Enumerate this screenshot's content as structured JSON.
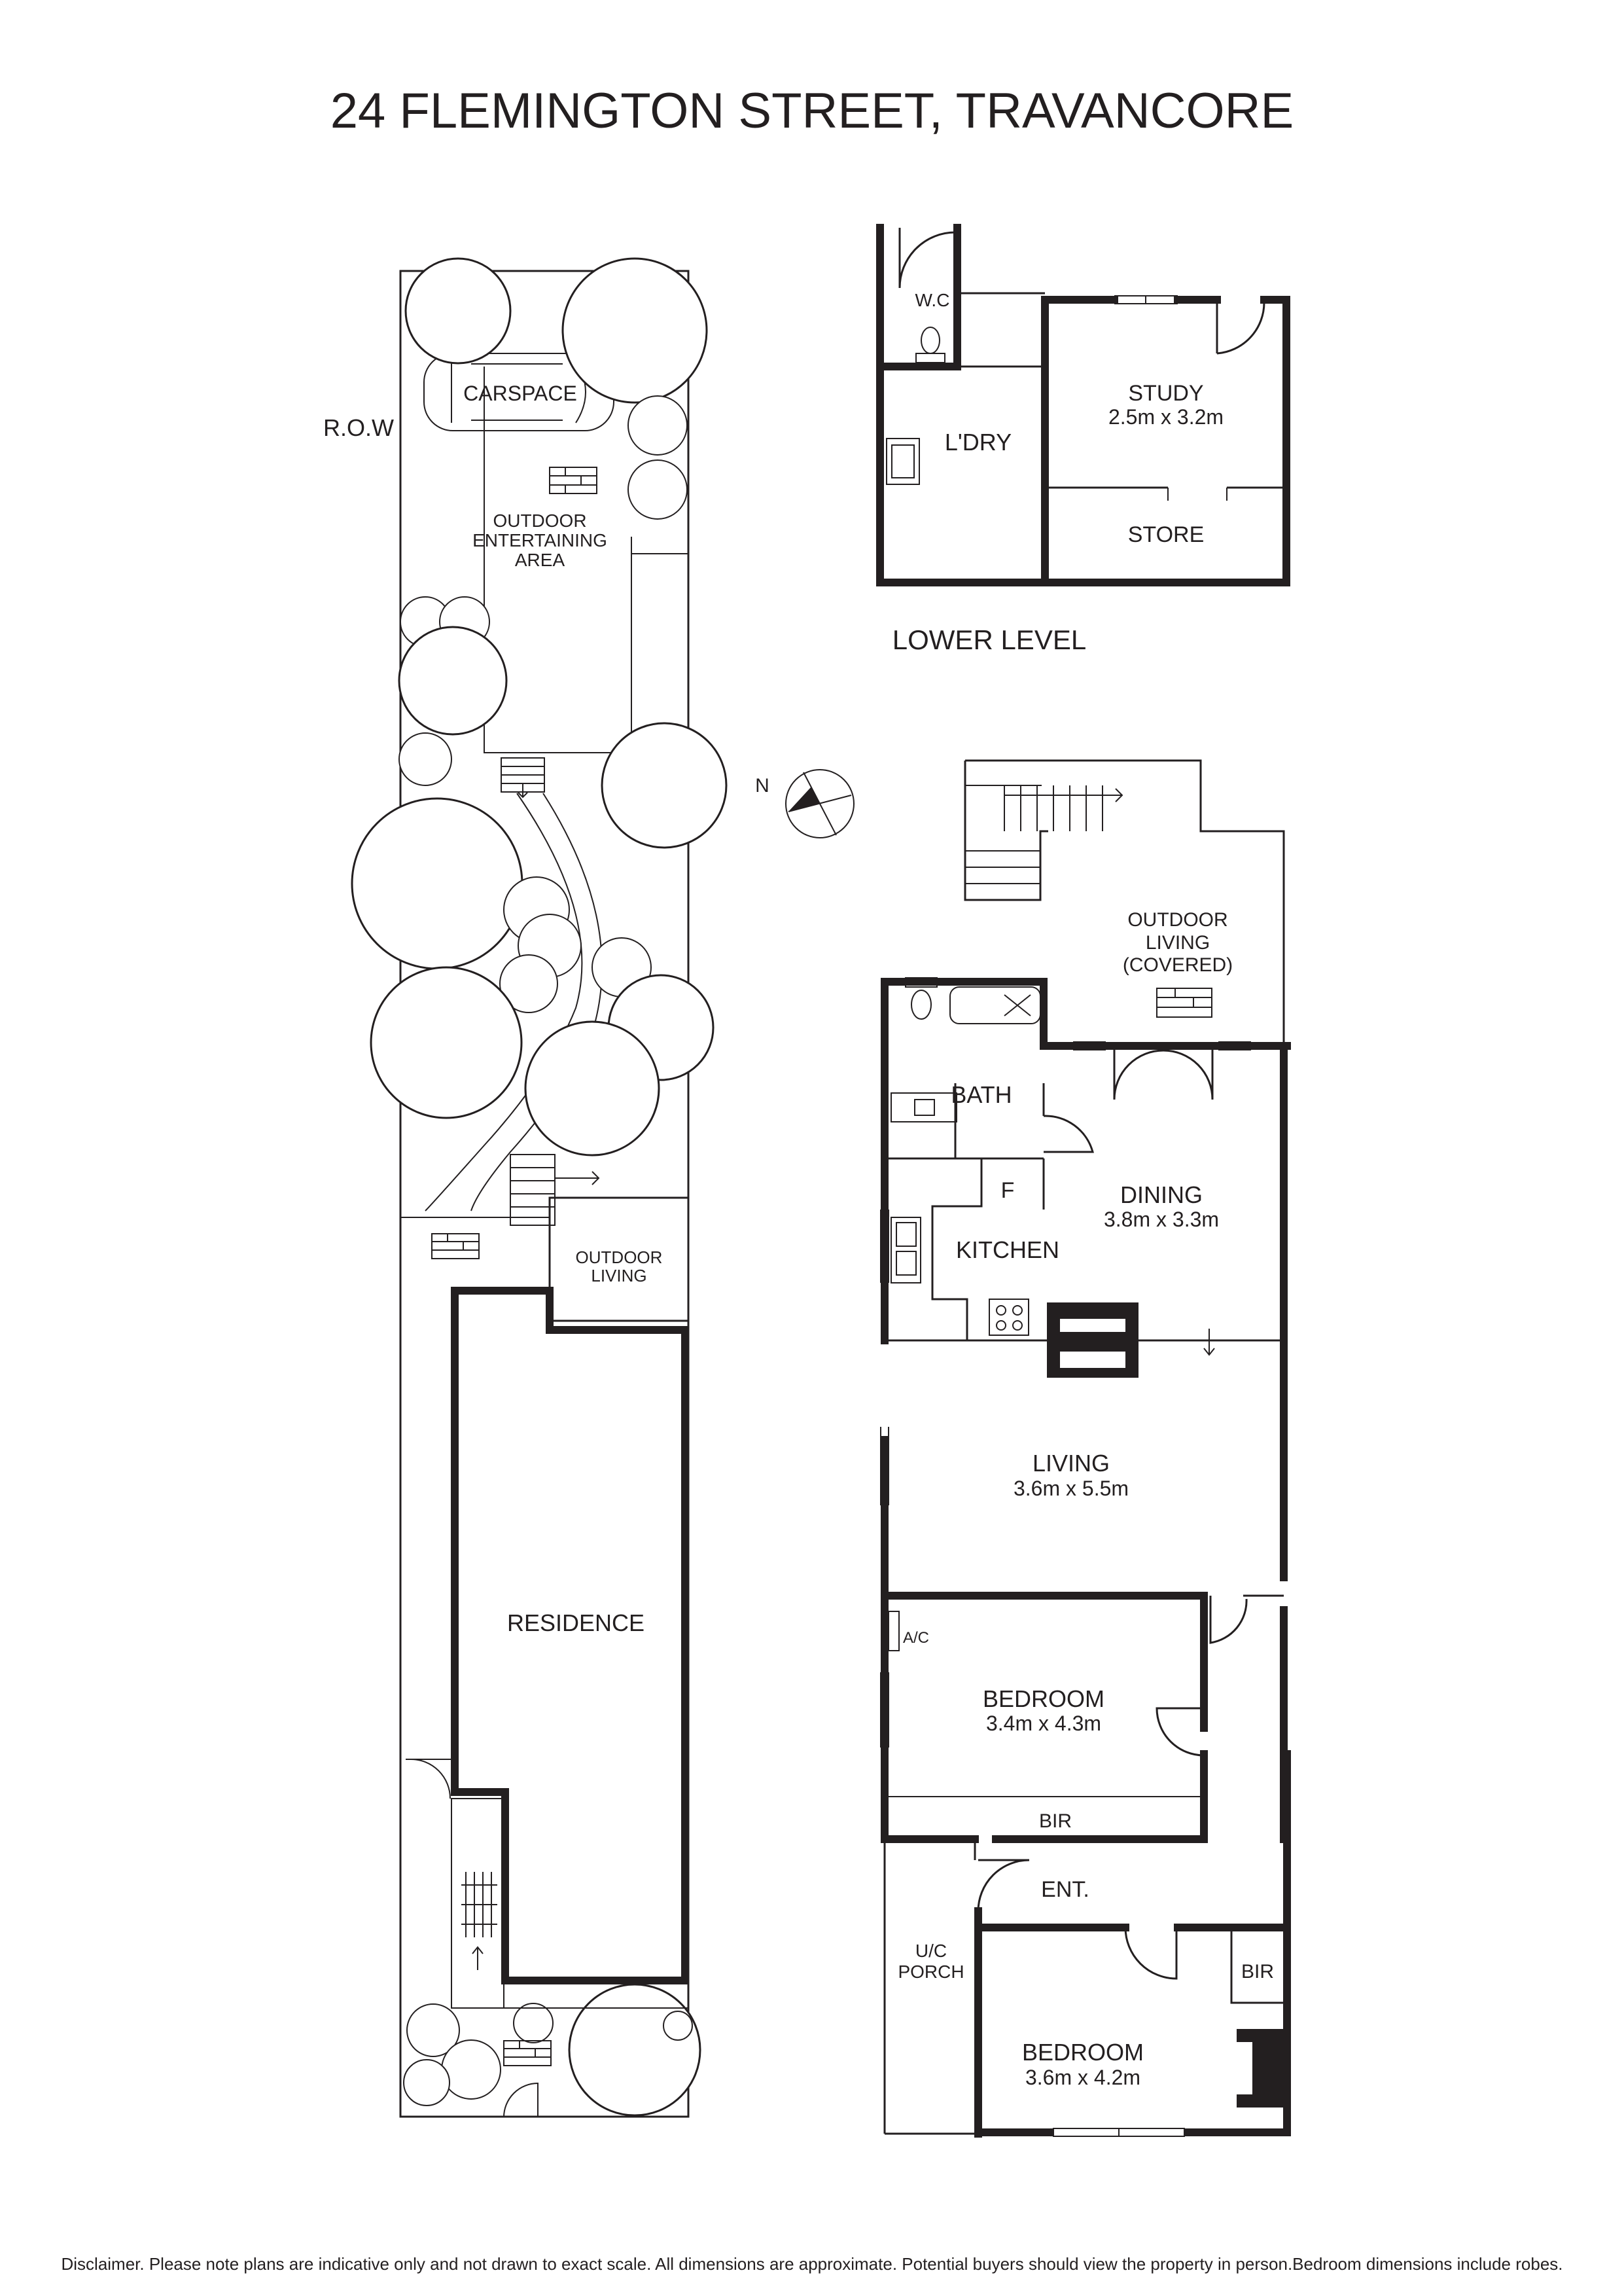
{
  "title": "24 FLEMINGTON STREET, TRAVANCORE",
  "site": {
    "row_label": "R.O.W",
    "carspace": "CARSPACE",
    "outdoor_entertaining_line1": "OUTDOOR",
    "outdoor_entertaining_line2": "ENTERTAINING",
    "outdoor_entertaining_line3": "AREA",
    "outdoor_living_line1": "OUTDOOR",
    "outdoor_living_line2": "LIVING",
    "residence": "RESIDENCE"
  },
  "lower_level": {
    "heading": "LOWER LEVEL",
    "wc": "W.C",
    "laundry": "L'DRY",
    "study_name": "STUDY",
    "study_dims": "2.5m x 3.2m",
    "store": "STORE"
  },
  "compass": {
    "north_label": "N"
  },
  "main_level": {
    "outdoor_line1": "OUTDOOR",
    "outdoor_line2": "LIVING",
    "outdoor_line3": "(COVERED)",
    "bath": "BATH",
    "fridge": "F",
    "kitchen": "KITCHEN",
    "dining_name": "DINING",
    "dining_dims": "3.8m x 3.3m",
    "living_name": "LIVING",
    "living_dims": "3.6m x 5.5m",
    "ac": "A/C",
    "bedroom1_name": "BEDROOM",
    "bedroom1_dims": "3.4m x 4.3m",
    "bir1": "BIR",
    "entrance": "ENT.",
    "porch_line1": "U/C",
    "porch_line2": "PORCH",
    "bir2": "BIR",
    "bedroom2_name": "BEDROOM",
    "bedroom2_dims": "3.6m x 4.2m"
  },
  "disclaimer": "Disclaimer. Please note plans are indicative only and not drawn to exact scale. All dimensions are approximate. Potential buyers should view the property in person.Bedroom dimensions include robes."
}
